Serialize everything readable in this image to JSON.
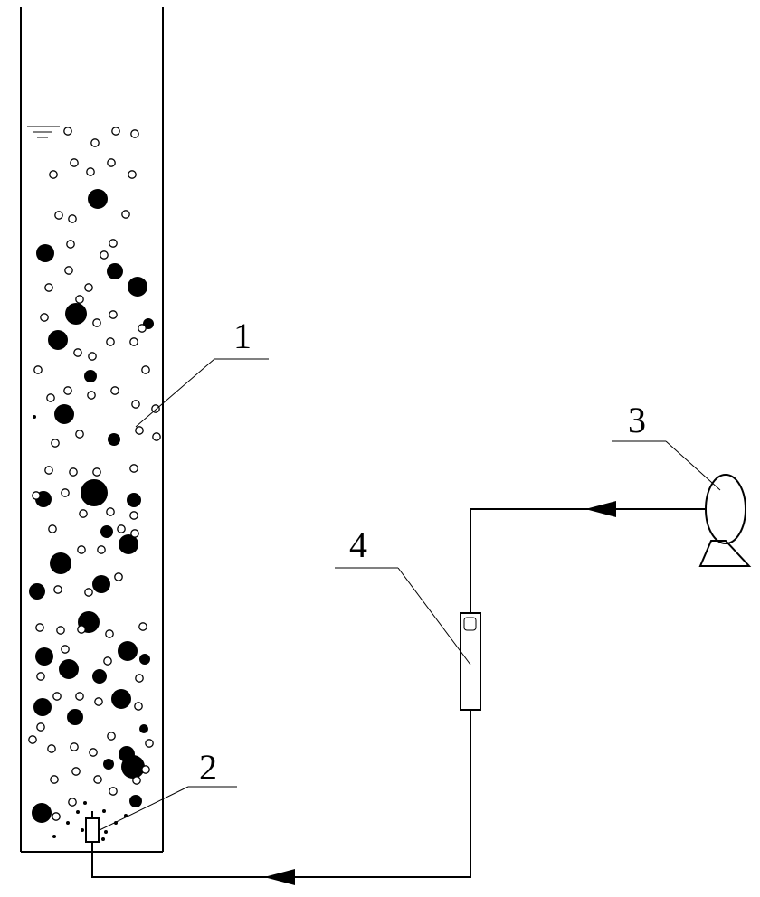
{
  "labels": {
    "column": "1",
    "diffuser": "2",
    "pump": "3",
    "flowmeter": "4"
  },
  "colors": {
    "ink": "#000000",
    "background": "#ffffff"
  }
}
